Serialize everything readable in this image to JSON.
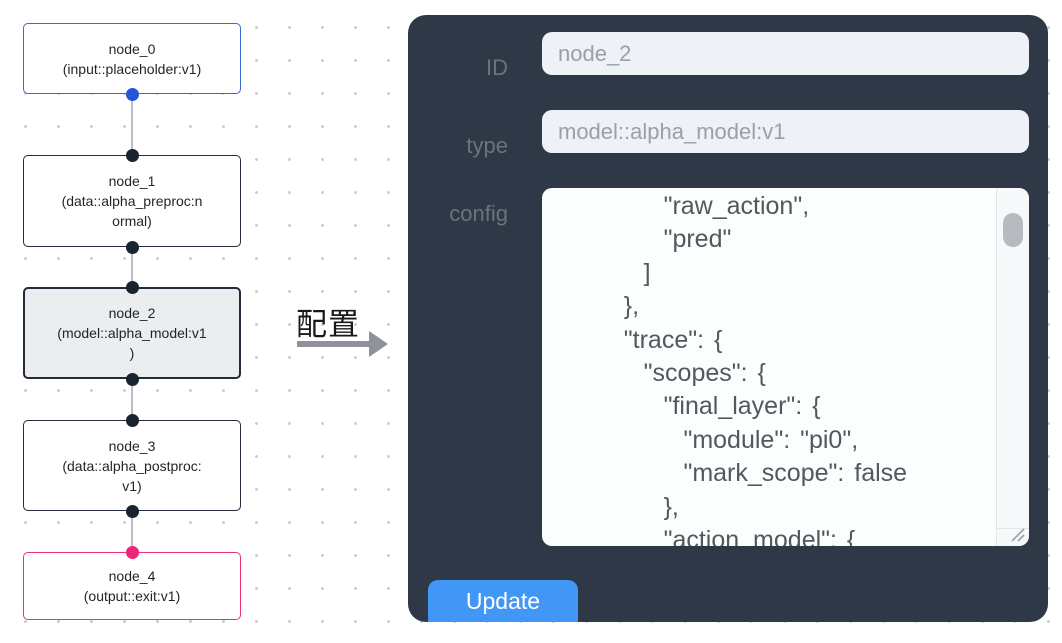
{
  "flow": {
    "nodes": [
      {
        "id": "node_0",
        "lines": [
          "node_0",
          "(input::placeholder:v1)"
        ]
      },
      {
        "id": "node_1",
        "lines": [
          "node_1",
          "(data::alpha_preproc:n",
          "ormal)"
        ]
      },
      {
        "id": "node_2",
        "lines": [
          "node_2",
          "(model::alpha_model:v1",
          ")"
        ]
      },
      {
        "id": "node_3",
        "lines": [
          "node_3",
          "(data::alpha_postproc:",
          "v1)"
        ]
      },
      {
        "id": "node_4",
        "lines": [
          "node_4",
          "(output::exit:v1)"
        ]
      }
    ],
    "selected_node": "node_2"
  },
  "transfer": {
    "label": "配置"
  },
  "panel": {
    "fields": [
      {
        "label": "ID",
        "value": "node_2"
      },
      {
        "label": "type",
        "value": "model::alpha_model:v1"
      }
    ],
    "config_label": "config",
    "config_text": "        \"raw_action\",\n        \"pred\"\n      ]\n    },\n    \"trace\": {\n      \"scopes\": {\n        \"final_layer\": {\n          \"module\": \"pi0\",\n          \"mark_scope\": false\n        },\n        \"action_model\": {",
    "update_label": "Update"
  },
  "colors": {
    "panel_background": "#2e3846",
    "accent_blue": "#4297f6",
    "node_default_border": "#232c3a",
    "node_input_border": "#3a67d2",
    "node_output_border": "#ee2f7b",
    "selected_node_background": "#ebedee",
    "port_blue": "#2456d8",
    "port_dark": "#1a2330",
    "port_pink": "#f1237b"
  }
}
